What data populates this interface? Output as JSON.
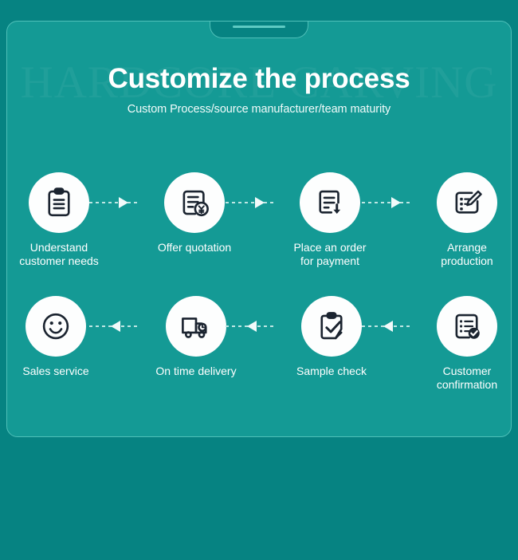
{
  "background_color": "#068382",
  "card_color": "#149A95",
  "card_border_color": "#4FC0B9",
  "accent_white": "#FFFFFF",
  "header": {
    "watermark": "HARDCORE CARVING",
    "title": "Customize the process",
    "subtitle": "Custom Process/source manufacturer/team maturity"
  },
  "flow": {
    "row1_direction": "right",
    "row2_direction": "left",
    "steps": [
      {
        "index": 1,
        "icon": "clipboard-lines-icon",
        "label": "Understand\ncustomer needs"
      },
      {
        "index": 2,
        "icon": "invoice-yen-icon",
        "label": "Offer quotation"
      },
      {
        "index": 3,
        "icon": "document-download-icon",
        "label": "Place an order\nfor payment"
      },
      {
        "index": 4,
        "icon": "document-pencil-icon",
        "label": "Arrange\nproduction"
      },
      {
        "index": 5,
        "icon": "smiley-face-icon",
        "label": "Sales service"
      },
      {
        "index": 6,
        "icon": "delivery-truck-icon",
        "label": "On time delivery"
      },
      {
        "index": 7,
        "icon": "clipboard-check-icon",
        "label": "Sample check"
      },
      {
        "index": 8,
        "icon": "list-verified-icon",
        "label": "Customer\nconfirmation"
      }
    ]
  }
}
